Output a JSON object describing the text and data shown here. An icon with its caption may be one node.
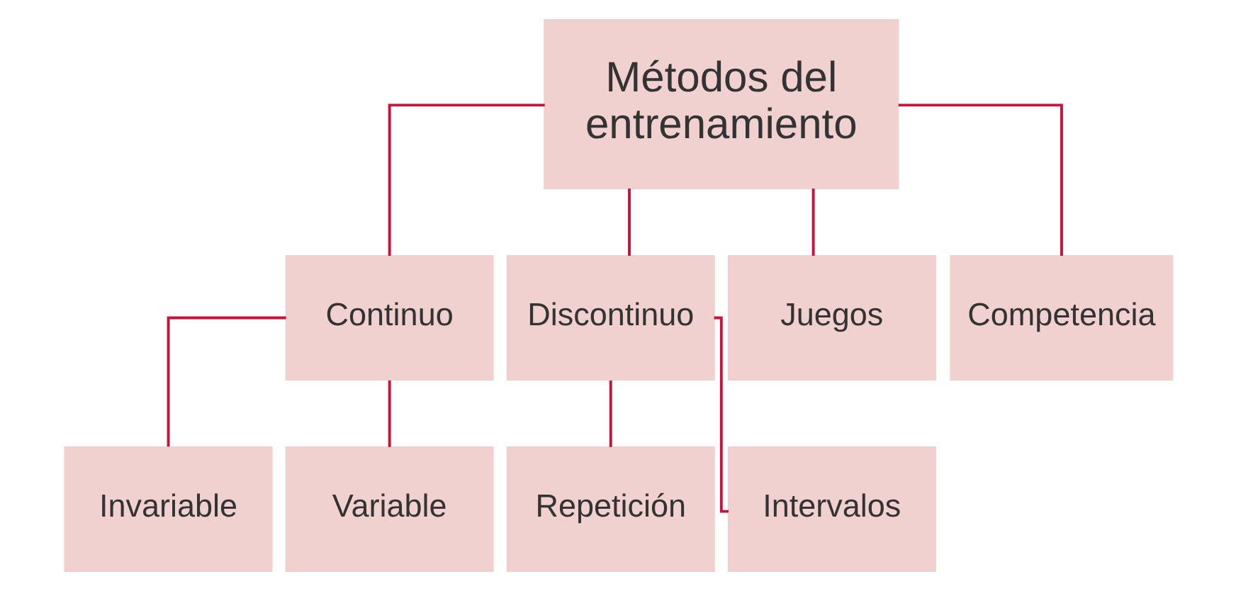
{
  "diagram": {
    "nodes": [
      {
        "text": [
          "Métodos del entrenamiento"
        ]
      },
      {
        "text": [
          "Continuo"
        ]
      },
      {
        "text": [
          "Discontinuo"
        ]
      },
      {
        "text": [
          "Juegos"
        ]
      },
      {
        "text": [
          "Competencia"
        ]
      },
      {
        "text": [
          "Invariable"
        ]
      },
      {
        "text": [
          "Variable"
        ]
      },
      {
        "text": [
          "Repetición"
        ]
      },
      {
        "text": [
          "Intervalos"
        ]
      }
    ],
    "edges": [
      {
        "from": 0,
        "to": 1,
        "arrow": "none"
      },
      {
        "from": 0,
        "to": 2,
        "arrow": "none"
      },
      {
        "from": 0,
        "to": 3,
        "arrow": "none"
      },
      {
        "from": 0,
        "to": 4,
        "arrow": "none"
      },
      {
        "from": 1,
        "to": 5,
        "arrow": "none"
      },
      {
        "from": 1,
        "to": 6,
        "arrow": "none"
      },
      {
        "from": 2,
        "to": 7,
        "arrow": "none"
      },
      {
        "from": 2,
        "to": 8,
        "arrow": "none"
      }
    ]
  }
}
